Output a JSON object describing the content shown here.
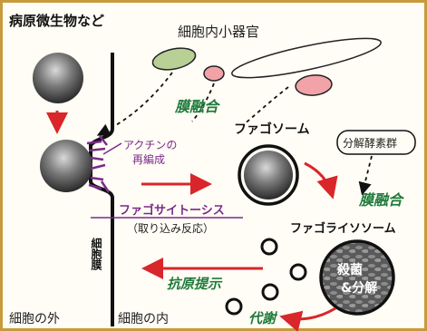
{
  "title": "病原微生物など",
  "organelles_label": "細胞内小器官",
  "membrane_fusion_1": "膜融合",
  "membrane_fusion_2": "膜融合",
  "phagosome_label": "ファゴソーム",
  "enzymes_label": "分解酵素群",
  "actin_label_1": "アクチンの",
  "actin_label_2": "再編成",
  "phagocytosis_label": "ファゴサイトーシス",
  "uptake_label": "（取り込み反応）",
  "phagolysosome_label": "ファゴライソソーム",
  "digest_label_1": "殺菌",
  "digest_label_2": "&分解",
  "antigen_label": "抗原提示",
  "metabolism_label": "代謝",
  "membrane_label": "細胞膜",
  "outside_label": "細胞の外",
  "inside_label": "細胞の内",
  "colors": {
    "arrow_red": "#d8262a",
    "green_text": "#1f7a3a",
    "purple": "#7a2a8a",
    "organelle_green": "#b8cf95",
    "organelle_pink": "#f2a3a8",
    "frame": "#c89a3c"
  }
}
